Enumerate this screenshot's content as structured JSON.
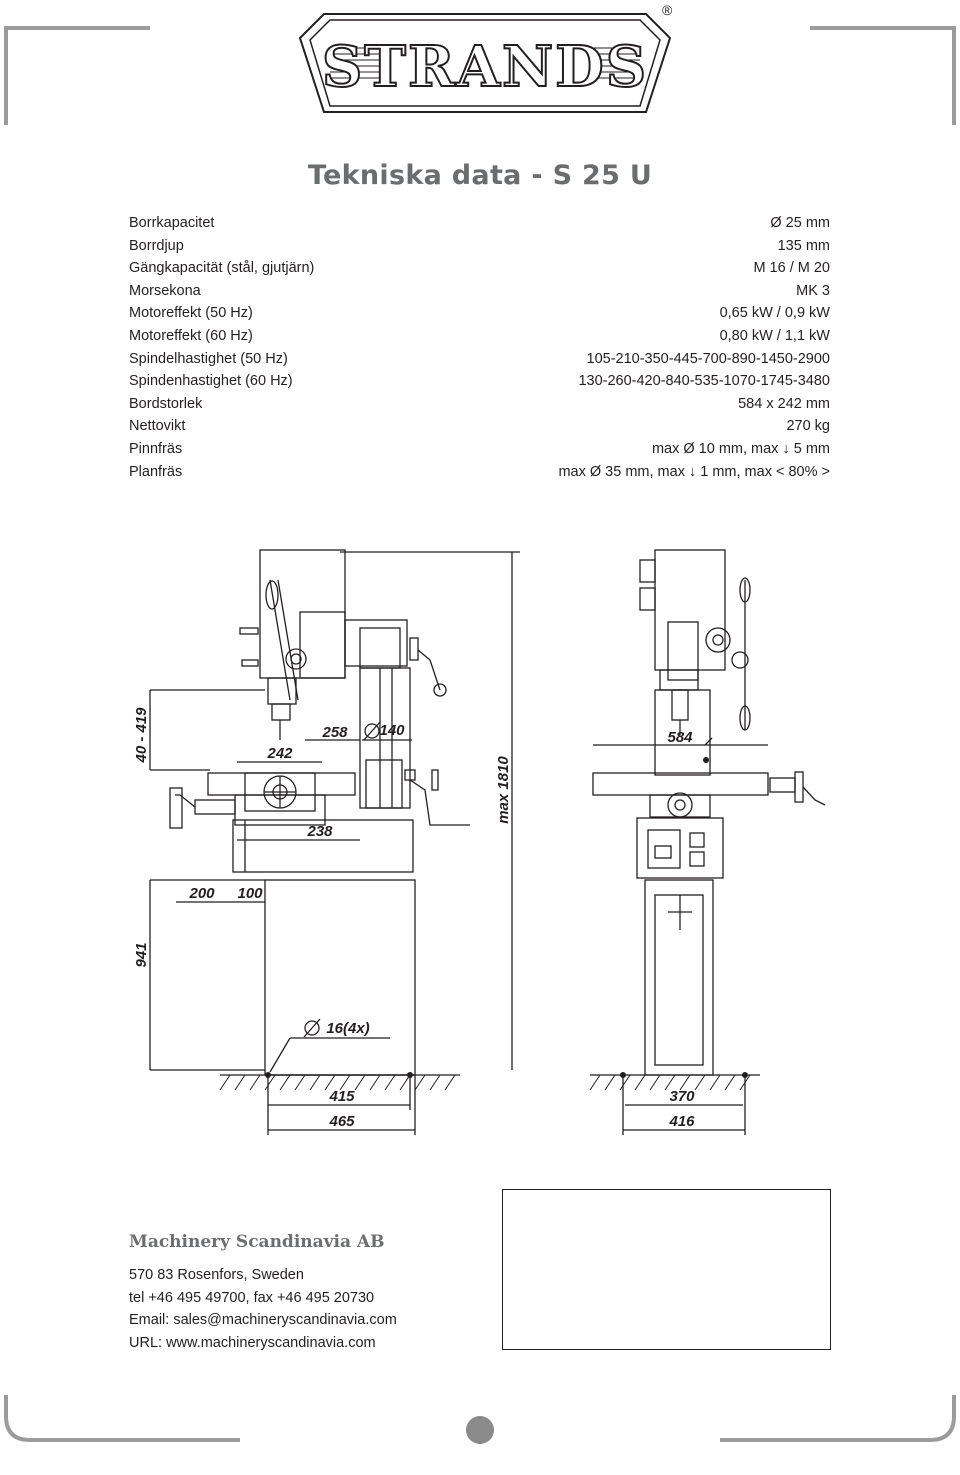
{
  "brand": {
    "logo_text": "STRANDS",
    "registered": "®"
  },
  "title": "Tekniska data - S 25 U",
  "specs": [
    {
      "label": "Borrkapacitet",
      "value": "Ø 25 mm"
    },
    {
      "label": "Borrdjup",
      "value": "135 mm"
    },
    {
      "label": "Gängkapacität (stål, gjutjärn)",
      "value": "M 16 / M 20"
    },
    {
      "label": "Morsekona",
      "value": "MK 3"
    },
    {
      "label": "Motoreffekt (50 Hz)",
      "value": "0,65 kW / 0,9 kW"
    },
    {
      "label": "Motoreffekt (60 Hz)",
      "value": "0,80 kW / 1,1 kW"
    },
    {
      "label": "Spindelhastighet (50 Hz)",
      "value": "105-210-350-445-700-890-1450-2900"
    },
    {
      "label": "Spindenhastighet (60 Hz)",
      "value": "130-260-420-840-535-1070-1745-3480"
    },
    {
      "label": "Bordstorlek",
      "value": "584 x 242 mm"
    },
    {
      "label": "Nettovikt",
      "value": "270 kg"
    },
    {
      "label": "Pinnfräs",
      "value": "max Ø 10 mm, max ↓ 5 mm"
    },
    {
      "label": "Planfräs",
      "value": "max Ø 35 mm, max ↓ 1 mm, max < 80% >"
    }
  ],
  "drawing": {
    "dim_40_419": "40 - 419",
    "dim_242": "242",
    "dim_258": "258",
    "dim_140": "140",
    "dim_238": "238",
    "dim_max1810": "max 1810",
    "dim_200": "200",
    "dim_100": "100",
    "dim_941": "941",
    "dim_16x4": "16(4x)",
    "dim_415": "415",
    "dim_465": "465",
    "dim_584": "584",
    "dim_370": "370",
    "dim_416": "416"
  },
  "contact": {
    "company": "Machinery Scandinavia AB",
    "address": "570 83 Rosenfors, Sweden",
    "phone": "tel +46 495 49700, fax +46 495 20730",
    "email": "Email: sales@machineryscandinavia.com",
    "url": "URL: www.machineryscandinavia.com"
  },
  "colors": {
    "frame": "#9b9b9b",
    "title": "#6b6c6e",
    "text": "#231f20",
    "page_dot": "#8a8a8a"
  }
}
